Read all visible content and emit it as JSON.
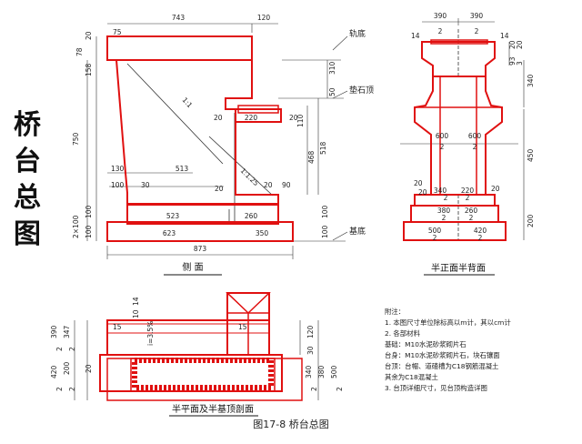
{
  "side_title": [
    "桥",
    "台",
    "总",
    "图"
  ],
  "caption": "图17-8   桥台总图",
  "colors": {
    "outline": "#e01010",
    "dim": "#333333",
    "annotation": "#1a1a1a",
    "hatch": "#e01010"
  },
  "views": {
    "side_view": {
      "title": "侧 面",
      "labels": {
        "rail_bottom": "轨底",
        "bearing_top": "垫石顶",
        "base_bottom": "基底"
      },
      "dims": [
        "743",
        "120",
        "20",
        "75",
        "78",
        "158",
        "310",
        "50",
        "750",
        "20",
        "220",
        "20",
        "110",
        "518",
        "468",
        "130",
        "513",
        "100",
        "30",
        "20",
        "20",
        "90",
        "523",
        "260",
        "623",
        "350",
        "873",
        "100",
        "100",
        "2×100",
        "100",
        "100"
      ],
      "slopes": [
        "1:1",
        "1:1.25"
      ]
    },
    "front_view": {
      "title": "半正面半背面",
      "dims": [
        "390",
        "390",
        "14",
        "14",
        "2",
        "2",
        "20",
        "20",
        "93",
        "3",
        "340",
        "600",
        "600",
        "2",
        "2",
        "450",
        "20",
        "20",
        "340",
        "220",
        "20",
        "2",
        "2",
        "380",
        "260",
        "2",
        "2",
        "500",
        "420",
        "2",
        "2",
        "200"
      ]
    },
    "plan_view": {
      "title": "半平面及半基顶剖面",
      "dims": [
        "14",
        "10",
        "15",
        "15",
        "i=3.5%",
        "390",
        "347",
        "2",
        "2",
        "120",
        "30",
        "420",
        "200",
        "2",
        "2",
        "20",
        "340",
        "380",
        "500",
        "2",
        "2"
      ]
    }
  },
  "notes": [
    "附注：",
    "1. 本图尺寸单位除标高以m计，其以cm计",
    "2. 各部材料",
    "   基础：M10水泥砂浆砌片石",
    "   台身：M10水泥砂浆砌片石，块石镶面",
    "   台顶：台帽、道碴槽为C18钢筋混凝土",
    "         其余为C18混凝土",
    "3. 台顶详细尺寸，见台顶构造详图"
  ]
}
